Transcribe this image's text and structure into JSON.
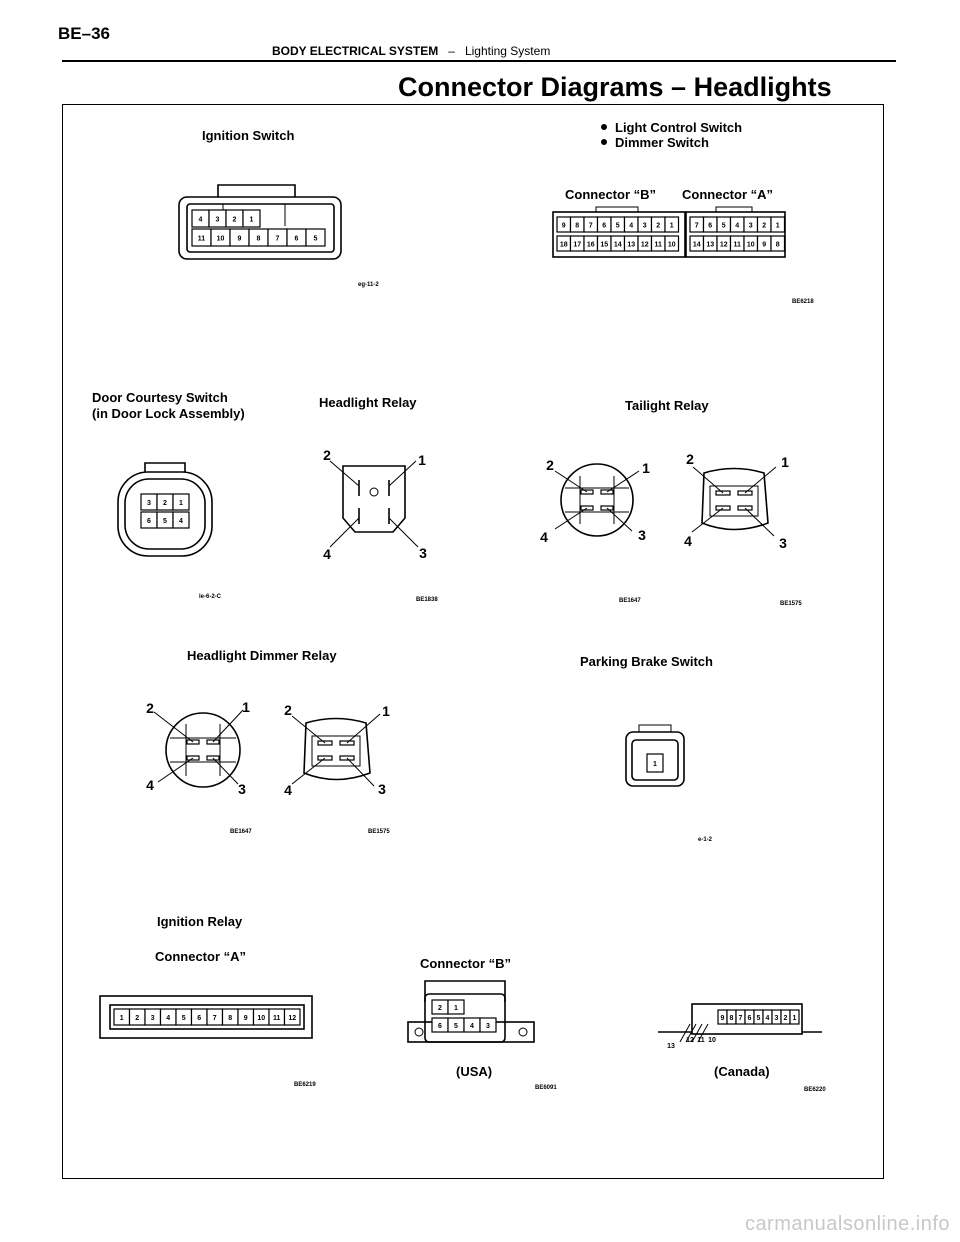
{
  "header": {
    "page_id": "BE–36",
    "section": "BODY ELECTRICAL SYSTEM",
    "separator": "–",
    "subsection": "Lighting System"
  },
  "title": "Connector Diagrams – Headlights",
  "components": {
    "ignition_switch": {
      "label": "Ignition Switch",
      "code": "eg-11-2",
      "pins_top": [
        "4",
        "3",
        "2",
        "1"
      ],
      "pins_bottom": [
        "11",
        "10",
        "9",
        "8",
        "7",
        "6",
        "5"
      ]
    },
    "light_control_switch": {
      "labels": [
        "Light Control Switch",
        "Dimmer Switch"
      ],
      "connector_b_label": "Connector “B”",
      "connector_a_label": "Connector “A”",
      "b_top": [
        "9",
        "8",
        "7",
        "6",
        "5",
        "4",
        "3",
        "2",
        "1"
      ],
      "b_bottom": [
        "18",
        "17",
        "16",
        "15",
        "14",
        "13",
        "12",
        "11",
        "10"
      ],
      "a_top": [
        "7",
        "6",
        "5",
        "4",
        "3",
        "2",
        "1"
      ],
      "a_bottom": [
        "14",
        "13",
        "12",
        "11",
        "10",
        "9",
        "8"
      ],
      "code": "BE6218"
    },
    "door_courtesy_switch": {
      "label_lines": [
        "Door Courtesy Switch",
        "(in Door Lock Assembly)"
      ],
      "pins": [
        "3",
        "2",
        "1",
        "6",
        "5",
        "4"
      ],
      "code": "le-6-2-C"
    },
    "headlight_relay": {
      "label": "Headlight Relay",
      "pins": [
        "2",
        "1",
        "4",
        "3"
      ],
      "code": "BE1838"
    },
    "taillight_relay": {
      "label": "Tailight Relay",
      "pins": [
        "2",
        "1",
        "4",
        "3"
      ],
      "codes": [
        "BE1647",
        "BE1575"
      ]
    },
    "headlight_dimmer_relay": {
      "label": "Headlight Dimmer Relay",
      "pins": [
        "2",
        "1",
        "4",
        "3"
      ],
      "codes": [
        "BE1647",
        "BE1575"
      ]
    },
    "parking_brake_switch": {
      "label": "Parking Brake Switch",
      "pins": [
        "1"
      ],
      "code": "e-1-2"
    },
    "ignition_relay": {
      "label": "Ignition Relay",
      "connector_a_label": "Connector “A”",
      "connector_b_label": "Connector “B”",
      "a_pins": [
        "1",
        "2",
        "3",
        "4",
        "5",
        "6",
        "7",
        "8",
        "9",
        "10",
        "11",
        "12"
      ],
      "b_pins_top": [
        "2",
        "1"
      ],
      "b_pins_bottom": [
        "6",
        "5",
        "4",
        "3"
      ],
      "usa_label": "(USA)",
      "canada_label": "(Canada)",
      "canada_pins_top": [
        "9",
        "8",
        "7",
        "6",
        "5",
        "4",
        "3",
        "2",
        "1"
      ],
      "canada_pins_leads": [
        "13",
        "12",
        "11",
        "10"
      ],
      "codes": [
        "BE6219",
        "BE6091",
        "BE6220"
      ]
    }
  },
  "watermark": "carmanualsonline.info"
}
